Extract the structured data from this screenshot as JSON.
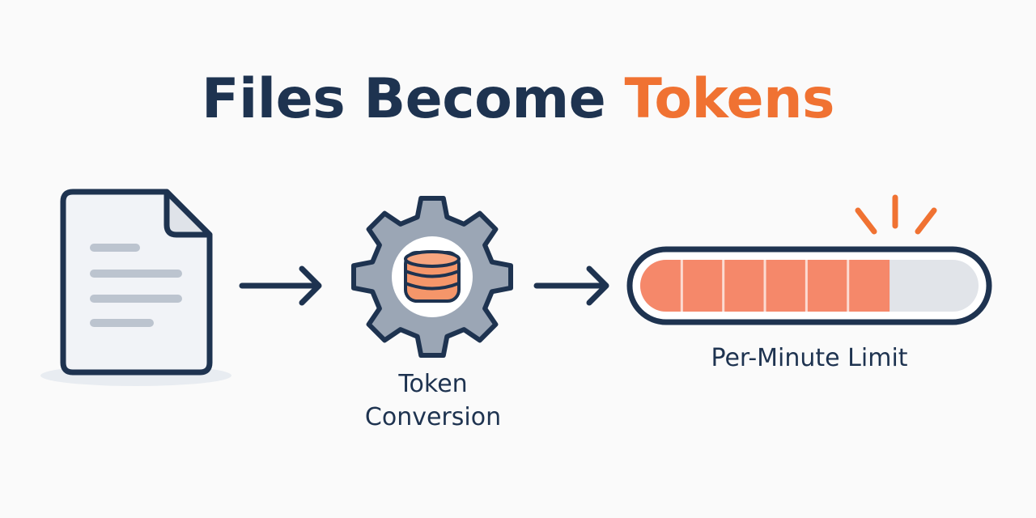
{
  "title": {
    "part1": "Files Become ",
    "part2": "Tokens"
  },
  "steps": {
    "conversion_line1": "Token",
    "conversion_line2": "Conversion",
    "limit_label": "Per-Minute Limit"
  },
  "meter": {
    "filled_segments": 6,
    "total_segments": 8
  },
  "colors": {
    "dark": "#1e3350",
    "accent": "#f07232",
    "meter_fill": "#f5886a",
    "gear": "#9ba6b5"
  },
  "icons": {
    "file": "document-icon",
    "gear": "gear-icon",
    "coins": "token-stack-icon",
    "meter": "progress-meter-icon",
    "alert": "alert-burst-icon"
  }
}
